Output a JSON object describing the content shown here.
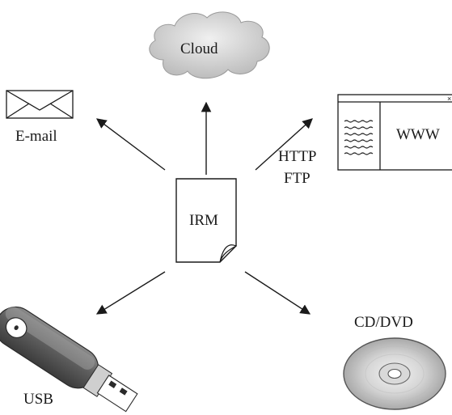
{
  "diagram": {
    "center": {
      "label": "IRM"
    },
    "nodes": {
      "cloud": {
        "label": "Cloud",
        "icon": "cloud-icon"
      },
      "email": {
        "label": "E-mail",
        "icon": "envelope-icon"
      },
      "www": {
        "label": "WWW",
        "icon": "browser-window-icon",
        "edge_label_1": "HTTP",
        "edge_label_2": "FTP"
      },
      "usb": {
        "label": "USB",
        "icon": "usb-stick-icon"
      },
      "cd": {
        "label": "CD/DVD",
        "icon": "disc-icon"
      }
    },
    "colors": {
      "line": "#1a1a1a",
      "cloud_fill": "#dcdcdc",
      "disc_fill": "#c8c8c8"
    }
  }
}
